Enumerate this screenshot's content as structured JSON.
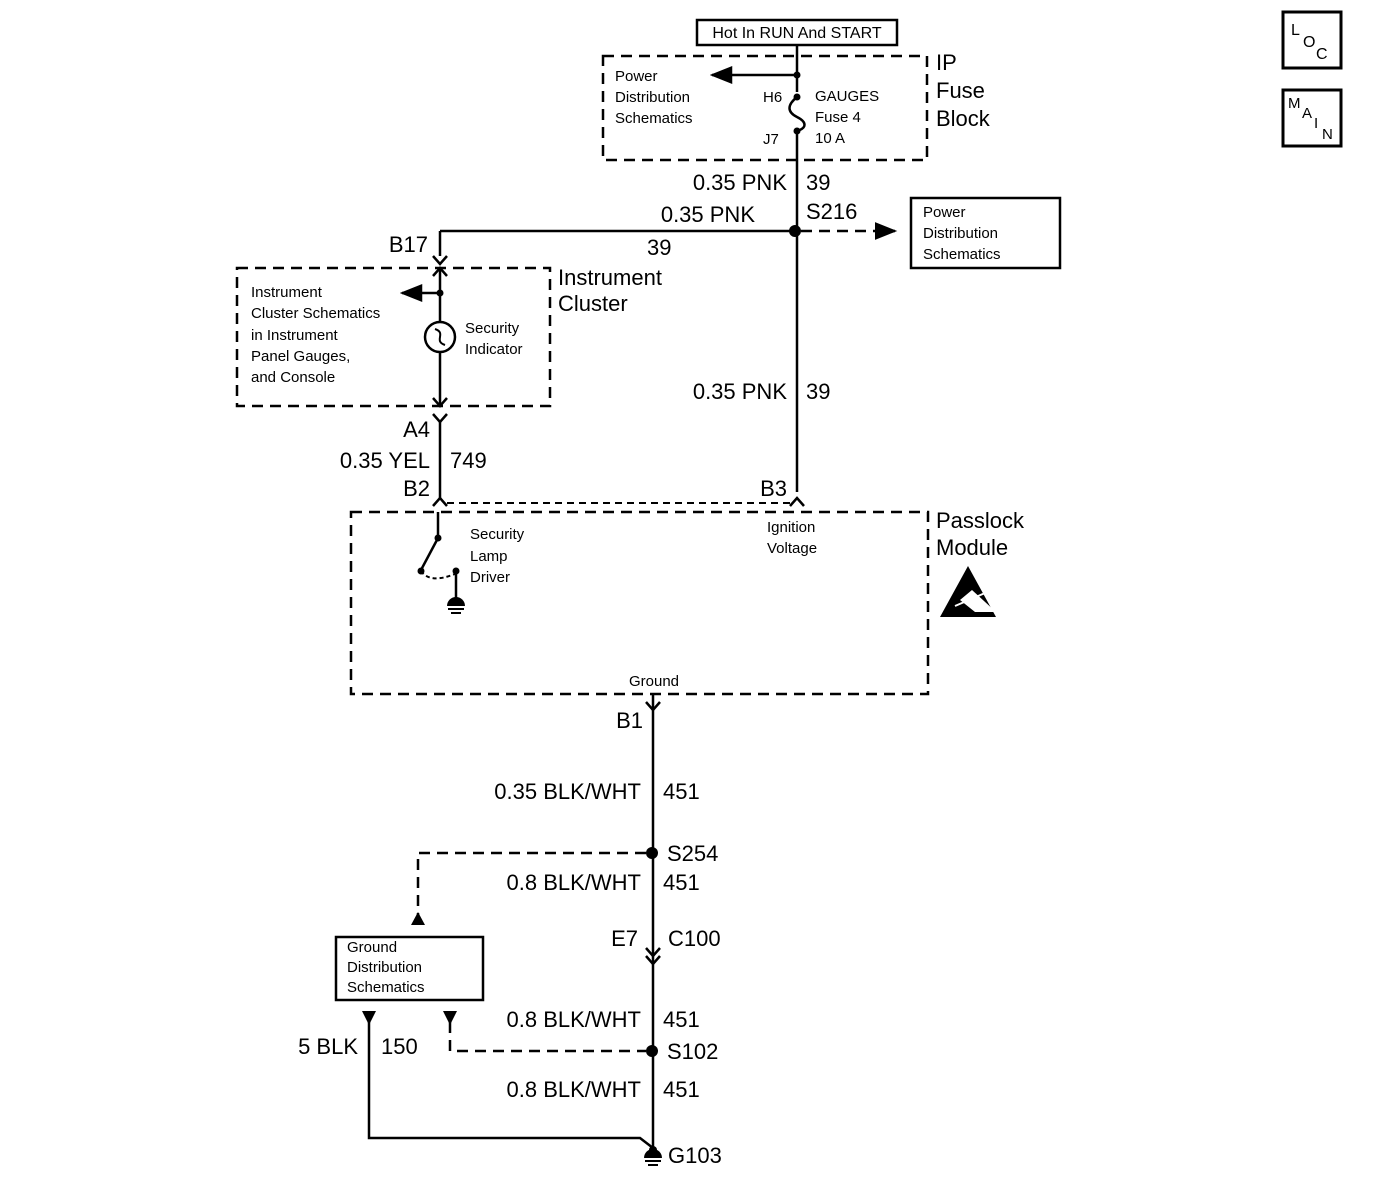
{
  "header": {
    "power_label": "Hot In RUN And START"
  },
  "nav": {
    "loc": [
      "L",
      "O",
      "C"
    ],
    "main": [
      "M",
      "A",
      "I",
      "N"
    ]
  },
  "fuse_block": {
    "title": [
      "IP",
      "Fuse",
      "Block"
    ],
    "ref": [
      "Power",
      "Distribution",
      "Schematics"
    ],
    "pin_in": "H6",
    "pin_out": "J7",
    "fuse": [
      "GAUGES",
      "Fuse 4",
      "10 A"
    ]
  },
  "wires": {
    "w1": {
      "gauge": "0.35 PNK",
      "circuit": "39"
    },
    "w2": {
      "gauge": "0.35 PNK",
      "circuit": "39",
      "splice": "S216"
    },
    "w3": {
      "gauge": "0.35 PNK",
      "circuit": "39"
    },
    "w4": {
      "gauge": "0.35 YEL",
      "circuit": "749"
    },
    "w5": {
      "gauge": "0.35 BLK/WHT",
      "circuit": "451"
    },
    "w6": {
      "gauge": "0.8 BLK/WHT",
      "circuit": "451"
    },
    "w7": {
      "gauge": "0.8 BLK/WHT",
      "circuit": "451"
    },
    "w8": {
      "gauge": "0.8 BLK/WHT",
      "circuit": "451"
    },
    "w9": {
      "gauge": "5 BLK",
      "circuit": "150"
    }
  },
  "power_ref_box": [
    "Power",
    "Distribution",
    "Schematics"
  ],
  "cluster": {
    "title": [
      "Instrument",
      "Cluster"
    ],
    "ref": [
      "Instrument",
      "Cluster Schematics",
      "in Instrument",
      "Panel Gauges,",
      "and Console"
    ],
    "indicator": [
      "Security",
      "Indicator"
    ],
    "pin_top": "B17",
    "pin_bottom": "A4"
  },
  "module": {
    "title": [
      "Passlock",
      "Module"
    ],
    "driver": [
      "Security",
      "Lamp",
      "Driver"
    ],
    "ignition": [
      "Ignition",
      "Voltage"
    ],
    "ground": "Ground",
    "pin_b2": "B2",
    "pin_b3": "B3",
    "pin_b1": "B1"
  },
  "splices": {
    "s254": "S254",
    "s102": "S102"
  },
  "connector": {
    "pin": "E7",
    "name": "C100"
  },
  "ground_ref_box": [
    "Ground",
    "Distribution",
    "Schematics"
  ],
  "ground": {
    "name": "G103"
  }
}
